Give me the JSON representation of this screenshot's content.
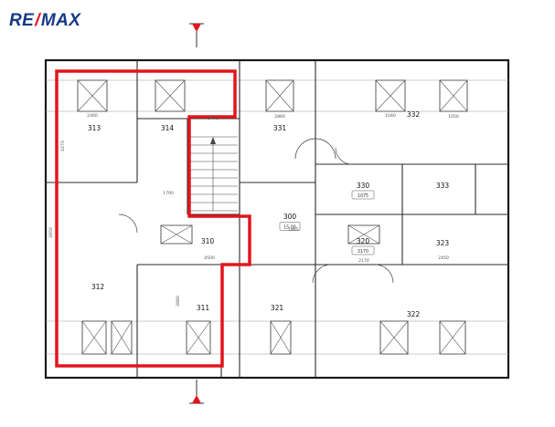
{
  "logo": {
    "re": "RE",
    "slash": "/",
    "max": "MAX"
  },
  "plan": {
    "rooms": [
      {
        "number": "313"
      },
      {
        "number": "314"
      },
      {
        "number": "331"
      },
      {
        "number": "332"
      },
      {
        "number": "330"
      },
      {
        "number": "333"
      },
      {
        "number": "300"
      },
      {
        "number": "310"
      },
      {
        "number": "320"
      },
      {
        "number": "323"
      },
      {
        "number": "312"
      },
      {
        "number": "311"
      },
      {
        "number": "321"
      },
      {
        "number": "322"
      }
    ],
    "area_labels": [
      {
        "value": "15,00"
      },
      {
        "value": "1075"
      },
      {
        "value": "3170"
      }
    ],
    "dims": [
      {
        "text": "2460"
      },
      {
        "text": "1470"
      },
      {
        "text": "2860"
      },
      {
        "text": "1040"
      },
      {
        "text": "1050"
      },
      {
        "text": "4270"
      },
      {
        "text": "2850"
      },
      {
        "text": "1700"
      },
      {
        "text": "4500"
      },
      {
        "text": "2170"
      },
      {
        "text": "2450"
      },
      {
        "text": "1865"
      },
      {
        "text": "2880"
      }
    ]
  },
  "colors": {
    "unit_outline": "#e2151c",
    "logo_blue": "#143a85",
    "logo_red": "#e2151c",
    "wall": "#222222"
  }
}
